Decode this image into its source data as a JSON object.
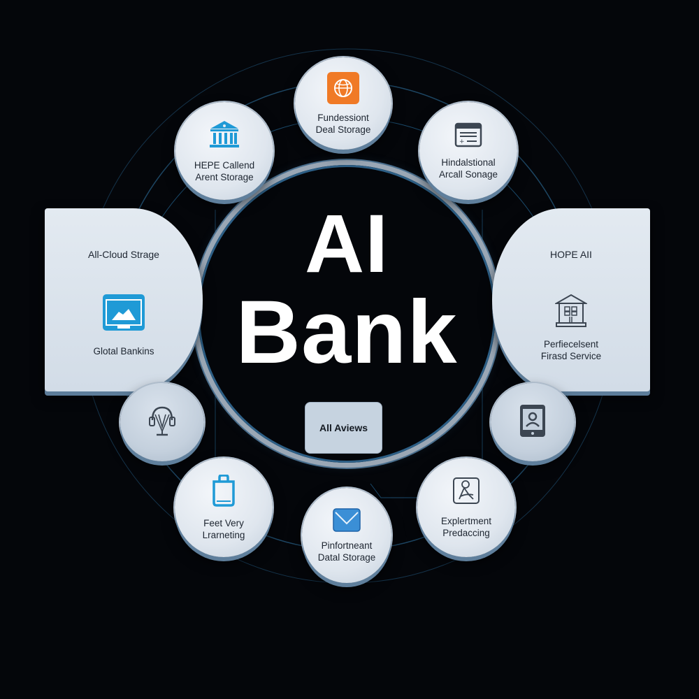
{
  "center": {
    "title_line1": "AI",
    "title_line2": "Bank",
    "reviews_button": "All Aviews"
  },
  "colors": {
    "background": "#04060a",
    "accent_blue": "#1f9ad6",
    "accent_orange": "#f07a26",
    "bubble_fill": "#e4eaf1",
    "ring_gray": "#9aa7b5"
  },
  "top_nodes": [
    {
      "icon": "globe-icon",
      "line1": "Fundessiont",
      "line2": "Deal Storage"
    },
    {
      "icon": "bank-building-icon",
      "line1": "HEPE Callend",
      "line2": "Arent Storage"
    },
    {
      "icon": "document-window-icon",
      "line1": "Hindalstional",
      "line2": "Arcall Sonage"
    }
  ],
  "left_panel": {
    "title": "All-Cloud Strage",
    "icon": "image-monitor-icon",
    "label": "Glotal Bankins"
  },
  "right_panel": {
    "title": "HOPE AII",
    "icon": "house-icon",
    "label_line1": "Perfiecelsent",
    "label_line2": "Firasd Service"
  },
  "bottom_nodes": [
    {
      "icon": "headset-icon"
    },
    {
      "icon": "tablet-user-icon"
    },
    {
      "icon": "shopping-bag-icon",
      "line1": "Feet Very",
      "line2": "Lrarneting"
    },
    {
      "icon": "envelope-icon",
      "line1": "Pinfortneant",
      "line2": "Datal Storage"
    },
    {
      "icon": "person-frame-icon",
      "line1": "Explertment",
      "line2": "Predaccing"
    }
  ]
}
